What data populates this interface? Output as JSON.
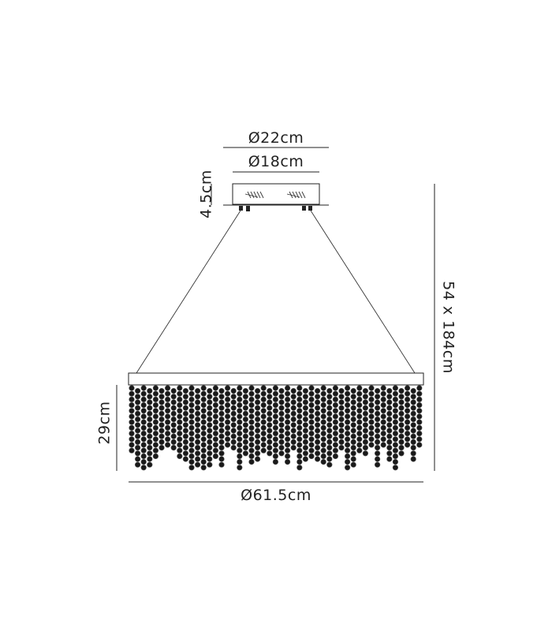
{
  "dimensions": {
    "canopy_outer_diameter": "Ø22cm",
    "canopy_inner_diameter": "Ø18cm",
    "canopy_height": "4.5cm",
    "overall_drop": "54 x 184cm",
    "crystal_height": "29cm",
    "fixture_diameter": "Ø61.5cm"
  },
  "colors": {
    "line": "#222222",
    "crystal": "#1a1a1a",
    "background": "#ffffff"
  }
}
